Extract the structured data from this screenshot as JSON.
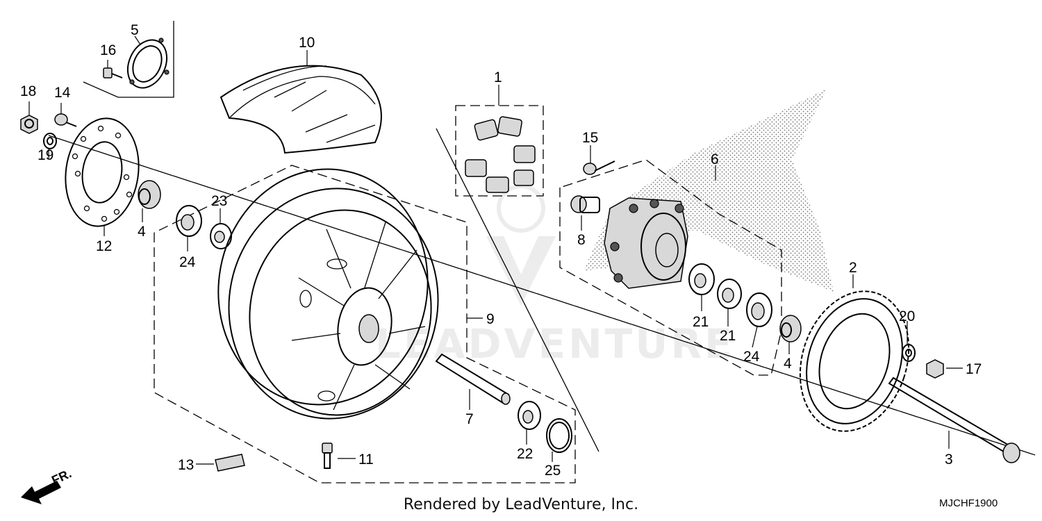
{
  "diagram": {
    "callouts": {
      "p1": "1",
      "p2": "2",
      "p3": "3",
      "p4a": "4",
      "p4b": "4",
      "p5": "5",
      "p6": "6",
      "p7": "7",
      "p8": "8",
      "p9": "9",
      "p10": "10",
      "p11": "11",
      "p12": "12",
      "p13": "13",
      "p14": "14",
      "p15": "15",
      "p16": "16",
      "p17": "17",
      "p18": "18",
      "p19": "19",
      "p20": "20",
      "p21a": "21",
      "p21b": "21",
      "p22": "22",
      "p23": "23",
      "p24a": "24",
      "p24b": "24",
      "p25": "25"
    },
    "front_indicator": "FR.",
    "watermark": "LEADVENTURE",
    "credit": "Rendered by LeadVenture, Inc.",
    "diagram_code": "MJCHF1900"
  }
}
